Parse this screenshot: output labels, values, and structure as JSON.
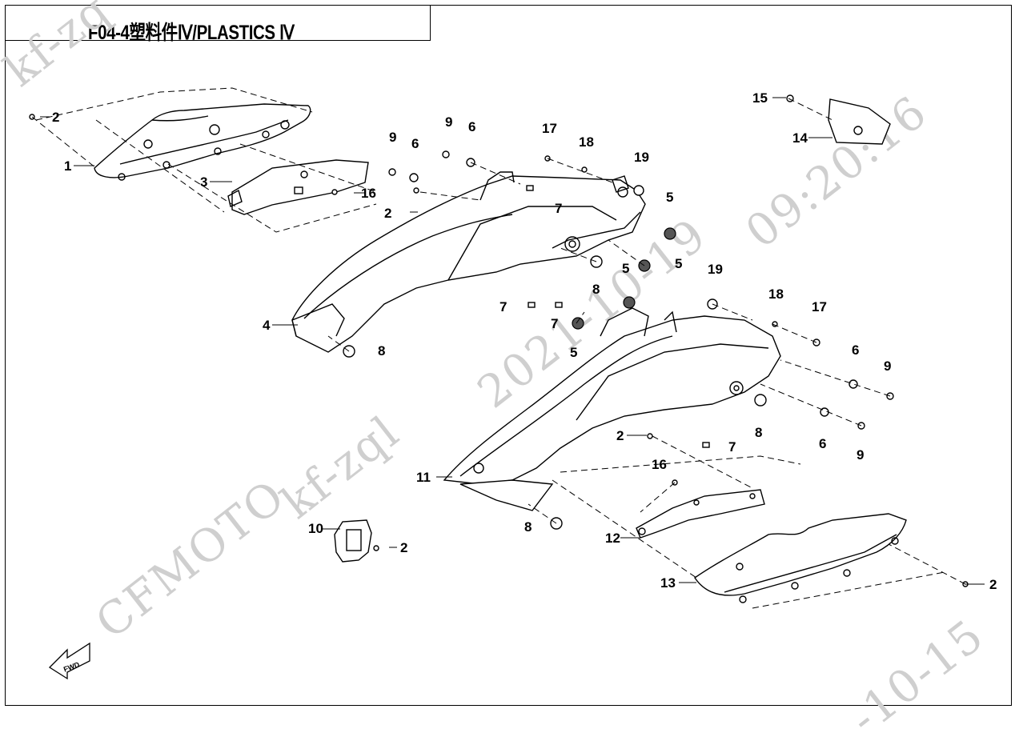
{
  "title": "F04-4塑料件Ⅳ/PLASTICS Ⅳ",
  "watermarks": {
    "brand": "CFMOTO",
    "user": "kf-zql",
    "date": "2021-10-19",
    "time": "09:20:16",
    "corner_top": "kf-zq",
    "corner_bottom": "-10-15"
  },
  "fwd_label": "FWD",
  "callouts": [
    "1",
    "2",
    "3",
    "4",
    "5",
    "6",
    "7",
    "8",
    "9",
    "10",
    "11",
    "12",
    "13",
    "14",
    "15",
    "16",
    "17",
    "18",
    "19"
  ]
}
